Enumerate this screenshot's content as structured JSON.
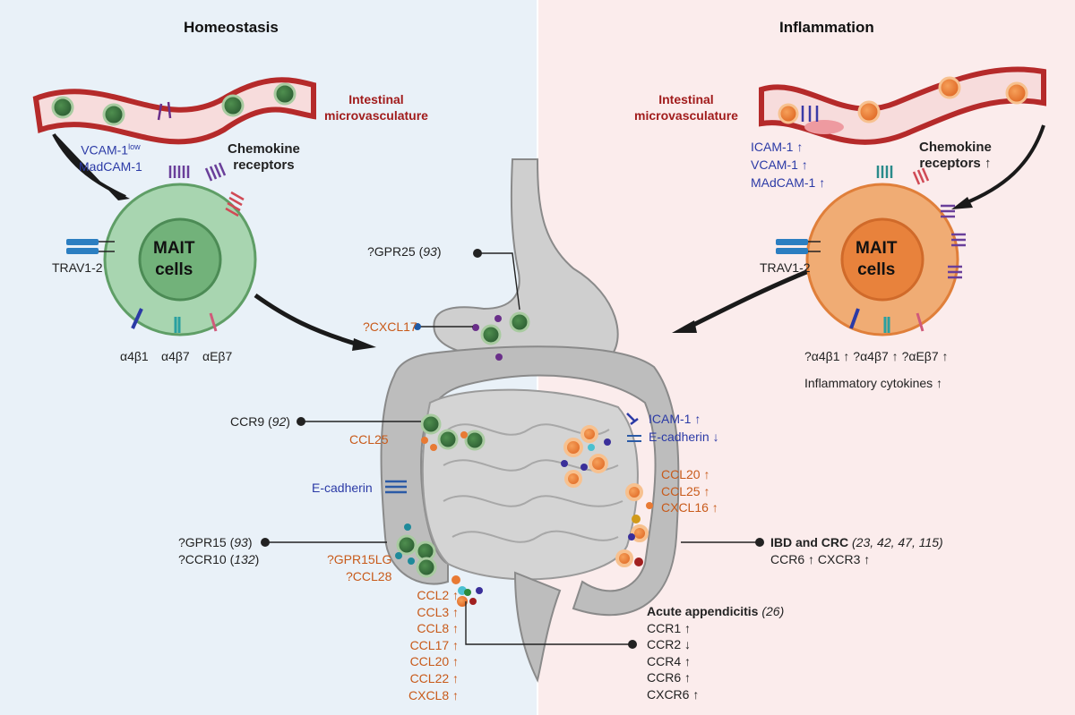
{
  "headings": {
    "left": "Homeostasis",
    "right": "Inflammation"
  },
  "vessel": {
    "left_label": [
      "Intestinal",
      "microvasculature"
    ],
    "right_label": [
      "Intestinal",
      "microvasculature"
    ]
  },
  "left": {
    "adhesion": {
      "vcam": "VCAM-1",
      "vcam_sup": "low",
      "madcam": "MadCAM-1"
    },
    "chemokine": [
      "Chemokine",
      "receptors"
    ],
    "cell": [
      "MAIT",
      "cells"
    ],
    "trav": "TRAV1-2",
    "integrins": [
      "α4β1",
      "α4β7",
      "αEβ7"
    ]
  },
  "right": {
    "adhesion": [
      "ICAM-1 ↑",
      "VCAM-1 ↑",
      "MAdCAM-1 ↑"
    ],
    "chemokine": [
      "Chemokine",
      "receptors ↑"
    ],
    "cell": [
      "MAIT",
      "cells"
    ],
    "trav": "TRAV1-2",
    "integrins": "?α4β1 ↑  ?α4β7 ↑  ?αEβ7 ↑",
    "cytokines": "Inflammatory cytokines  ↑"
  },
  "gut_labels": {
    "gpr25": {
      "text": "?GPR25 (",
      "ref": "93",
      "end": ")"
    },
    "cxcl17": "?CXCL17",
    "ccr9": {
      "text": "CCR9 (",
      "ref": "92",
      "end": ")"
    },
    "ccl25": "CCL25",
    "ecadherin": "E-cadherin",
    "gpr15": {
      "text": "?GPR15 (",
      "ref": "93",
      "end": ")"
    },
    "ccr10": {
      "text": "?CCR10 (",
      "ref": "132",
      "end": ")"
    },
    "gpr15lg": [
      "?GPR15LG",
      "?CCL28"
    ],
    "appendix_ligands": [
      "CCL2 ↑",
      "CCL3 ↑",
      "CCL8 ↑",
      "CCL17 ↑",
      "CCL20 ↑",
      "CCL22 ↑",
      "CXCL8 ↑"
    ],
    "icam_ecad": [
      "ICAM-1 ↑",
      "E-cadherin ↓"
    ],
    "colon_ligands": [
      "CCL20 ↑",
      "CCL25 ↑",
      "CXCL16 ↑"
    ],
    "ibd": {
      "title": "IBD and CRC",
      "refs": " (23, 42, 47, 115)",
      "receptors": "CCR6 ↑  CXCR3 ↑"
    },
    "appendicitis": {
      "title": "Acute appendicitis",
      "ref": " (26)",
      "receptors": [
        "CCR1 ↑",
        "CCR2 ↓",
        "CCR4 ↑",
        "CCR6 ↑",
        "CXCR6 ↑"
      ]
    }
  },
  "colors": {
    "left_bg": "#e9f1f8",
    "right_bg": "#fbecec",
    "vessel": "#b52a2a",
    "mait_homeo": "#a8d5b0",
    "mait_inflam": "#f0ac74",
    "label_blue": "#2b3aa6",
    "label_orange": "#c85a1a",
    "label_red": "#a11c1c"
  },
  "icons": [
    "vessel-icon",
    "mait-cell-icon",
    "gpcr-receptor-icon",
    "tcr-receptor-icon",
    "integrin-icon",
    "arrow-icon",
    "gut-icon"
  ]
}
